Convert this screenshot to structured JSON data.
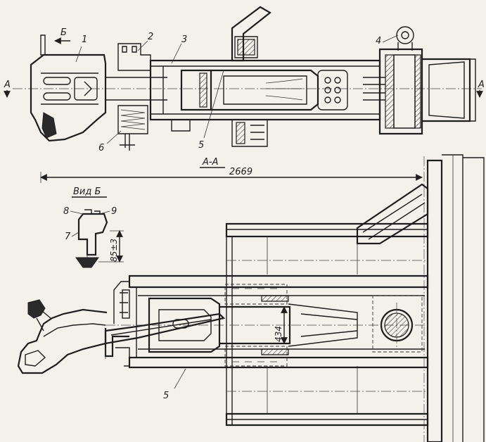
{
  "callouts": {
    "n1": "1",
    "n2": "2",
    "n3": "3",
    "n4": "4",
    "n5_top": "5",
    "n6": "6",
    "n7": "7",
    "n8": "8",
    "n9": "9",
    "n5_bottom": "5"
  },
  "section": {
    "left_marker": "A",
    "right_marker": "A",
    "title": "A-A",
    "view_arrow": "Б"
  },
  "view_b": {
    "title": "Вид Б"
  },
  "dimensions": {
    "overall_length": "2669",
    "height_tolerance": "85±3",
    "width": "434"
  },
  "colors": {
    "paper": "#f3f1ea",
    "ink": "#1e1e1e"
  }
}
